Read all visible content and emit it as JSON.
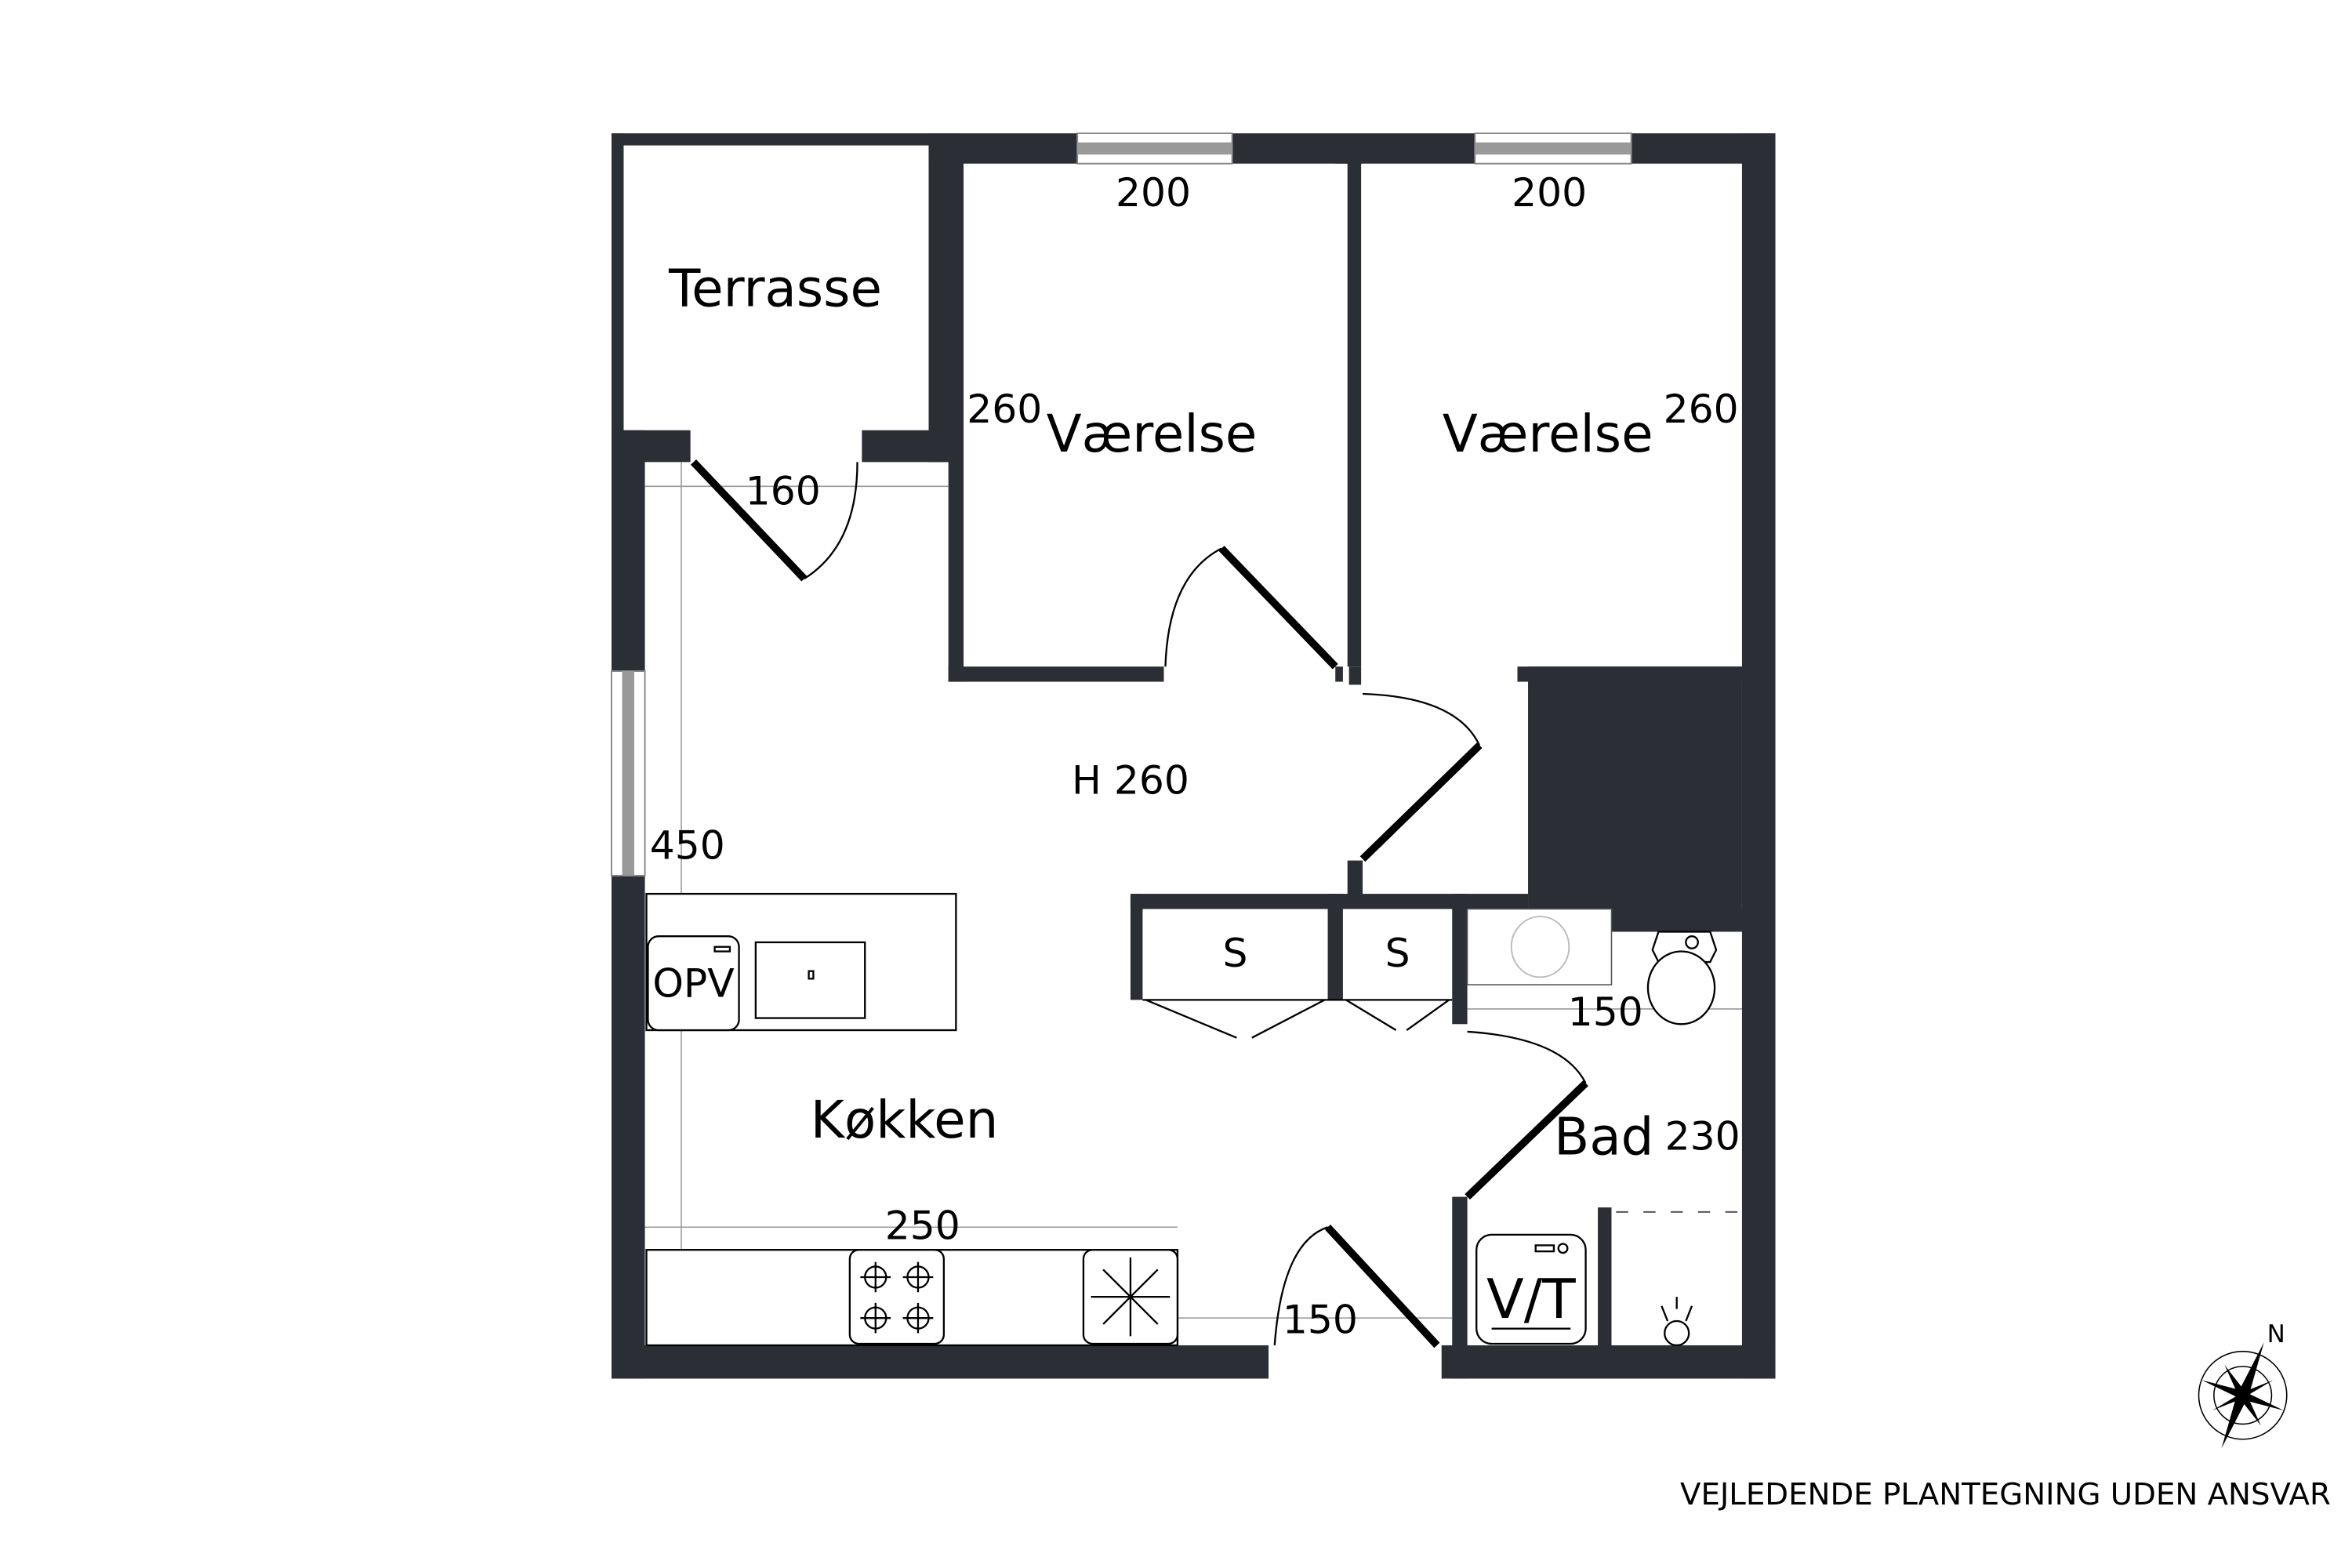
{
  "rooms": {
    "terrasse": "Terrasse",
    "vaerelse1": "Værelse",
    "vaerelse2": "Værelse",
    "koekken": "Køkken",
    "bad": "Bad",
    "hall": "H 260"
  },
  "dimensions": {
    "vaerelse1_width": "200",
    "vaerelse2_width": "200",
    "vaerelse1_depth": "260",
    "vaerelse2_depth": "260",
    "terrasse_width": "160",
    "koekken_depth": "450",
    "koekken_width": "250",
    "entrance_width": "150",
    "bad_width": "150",
    "bad_depth": "230"
  },
  "fixtures": {
    "storage1": "S",
    "storage2": "S",
    "dishwasher": "OPV",
    "washer_dryer": "V/T"
  },
  "footer": "VEJLEDENDE PLANTEGNING UDEN ANSVAR",
  "compass_letter": "N",
  "colors": {
    "wall": "#2b2e34"
  }
}
